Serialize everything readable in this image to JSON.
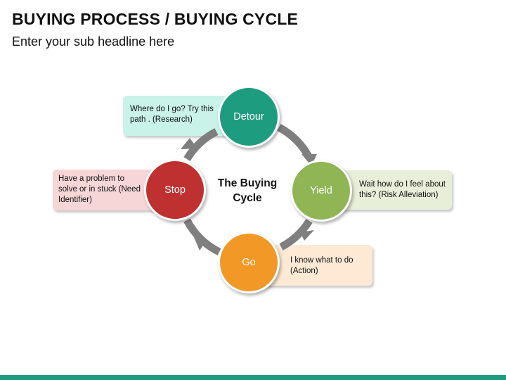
{
  "header": {
    "title": "BUYING PROCESS / BUYING CYCLE",
    "subtitle": "Enter your sub headline here"
  },
  "cycle": {
    "center_line1": "The Buying",
    "center_line2": "Cycle",
    "stages": {
      "detour": {
        "label": "Detour",
        "color": "#1e9c80",
        "note_line1": "Where do I go? Try this",
        "note_line2": "path . (Research)",
        "note_color": "#c9f2e8"
      },
      "yield": {
        "label": "Yield",
        "color": "#8fb555",
        "note_line1": "Wait how do I feel about",
        "note_line2": "this? (Risk Alleviation)",
        "note_color": "#e8efd9"
      },
      "go": {
        "label": "Go",
        "color": "#f19826",
        "note_line1": "I know what to do",
        "note_line2": "(Action)",
        "note_color": "#fde9d4"
      },
      "stop": {
        "label": "Stop",
        "color": "#bf3131",
        "note_line1": "Have a problem to",
        "note_line2": "solve or in stuck (Need",
        "note_line3": "Identifier)",
        "note_color": "#f6d6d6"
      }
    },
    "arrow_color": "#7f7f7f"
  },
  "footer": {
    "bar_color": "#1e9c80"
  }
}
